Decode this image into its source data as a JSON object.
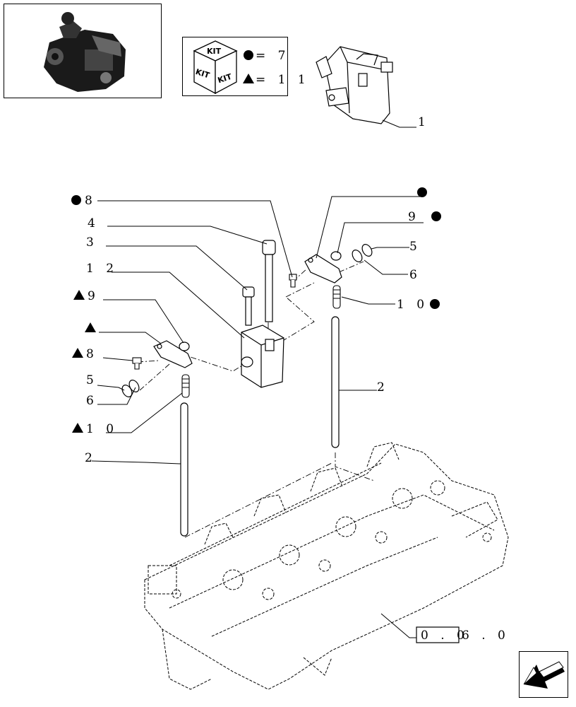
{
  "legend": {
    "kit_word": "KIT",
    "dot_qty": "= 7",
    "triangle_qty": "= 1 1"
  },
  "callouts": {
    "item_1": "1",
    "item_8_dot": "8",
    "item_4": "4",
    "item_3": "3",
    "item_12": "1 2",
    "item_9_tri": "9",
    "item_8_tri": "8",
    "item_5_left": "5",
    "item_6_left": "6",
    "item_10_tri": "1 0",
    "item_2_left": "2",
    "item_9_dot": "9",
    "item_5_right": "5",
    "item_6_right": "6",
    "item_10_dot": "1 0",
    "item_2_right": "2"
  },
  "reference": {
    "boxed": "0 . 0",
    "rest": "6 . 0"
  },
  "icons": [
    "engine-thumbnail",
    "kit-cube-icon",
    "dot-marker",
    "triangle-marker",
    "nav-arrow-icon"
  ]
}
